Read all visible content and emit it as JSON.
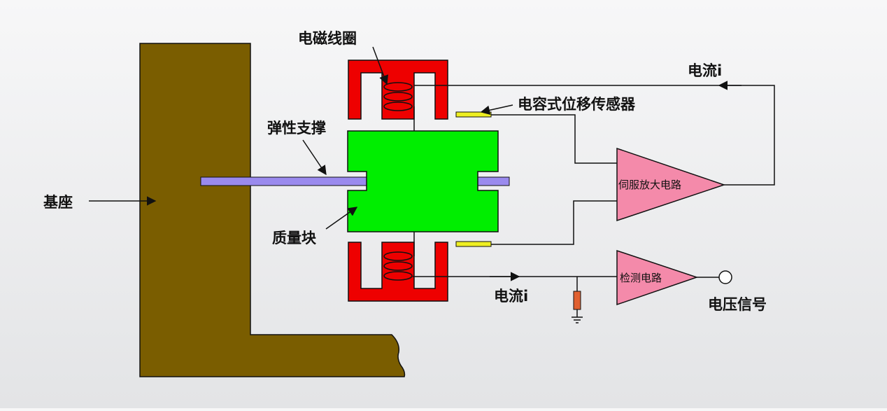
{
  "labels": {
    "base": "基座",
    "elastic_support": "弹性支撑",
    "mass_block": "质量块",
    "coil": "电磁线圈",
    "current_top": "电流i",
    "current_bottom": "电流i",
    "capacitive_sensor": "电容式位移传感器",
    "servo_amp": "伺服放大电路",
    "detect_circuit": "检测电路",
    "voltage_signal": "电压信号"
  },
  "colors": {
    "base": "#7a5d00",
    "magnet": "#ee0000",
    "mass": "#00ee00",
    "support_rod": "#9a8aee",
    "sensor_plate": "#eeee22",
    "amplifier": "#f48aaa",
    "resistor": "#e06030"
  }
}
